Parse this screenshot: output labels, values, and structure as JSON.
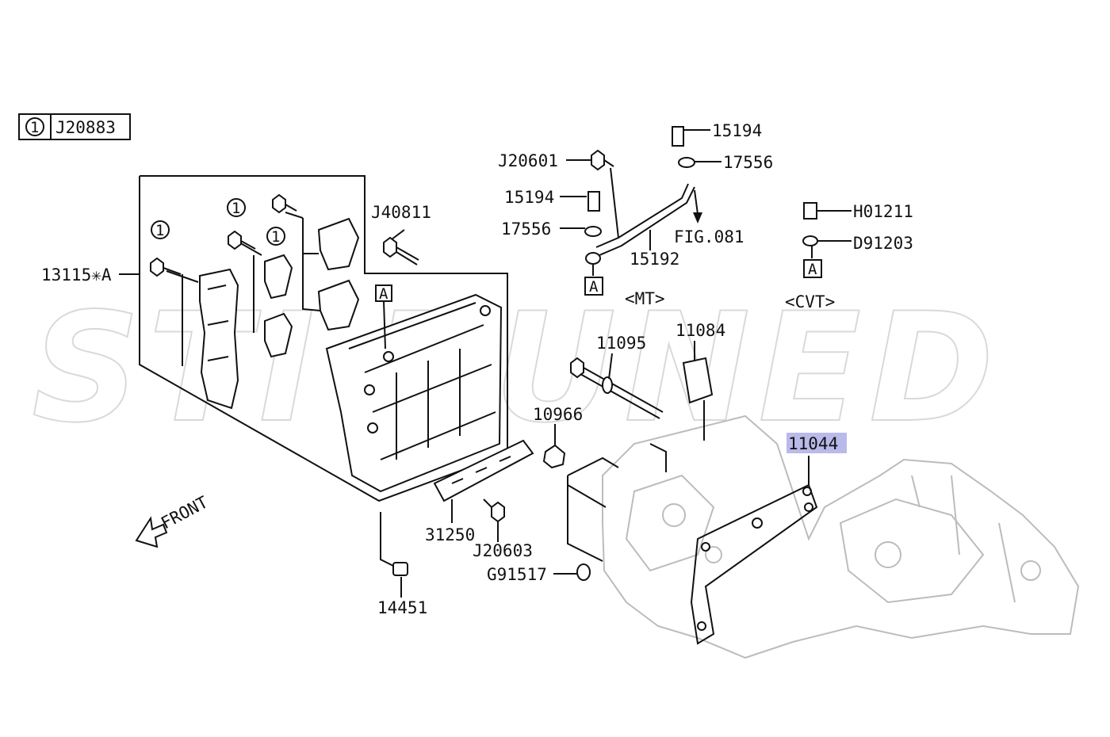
{
  "watermark": "STI TUNED",
  "legend": {
    "circle_number": "1",
    "part": "J20883"
  },
  "reference_marker": "A",
  "labels": {
    "p13115A": "13115✳A",
    "pJ40811": "J40811",
    "pJ20601": "J20601",
    "p15194_top": "15194",
    "p17556_top": "17556",
    "p15194_left": "15194",
    "p17556_left": "17556",
    "p15192": "15192",
    "pFIG081": "FIG.081",
    "pH01211": "H01211",
    "pD91203": "D91203",
    "mt": "<MT>",
    "cvt": "<CVT>",
    "p11095": "11095",
    "p11084": "11084",
    "p10966": "10966",
    "p11044": "11044",
    "p31250": "31250",
    "pJ20603": "J20603",
    "pG91517": "G91517",
    "p14451": "14451",
    "front": "FRONT"
  },
  "callout_numbers": [
    "1",
    "1",
    "1"
  ],
  "highlight_color": "#b9b9ea"
}
